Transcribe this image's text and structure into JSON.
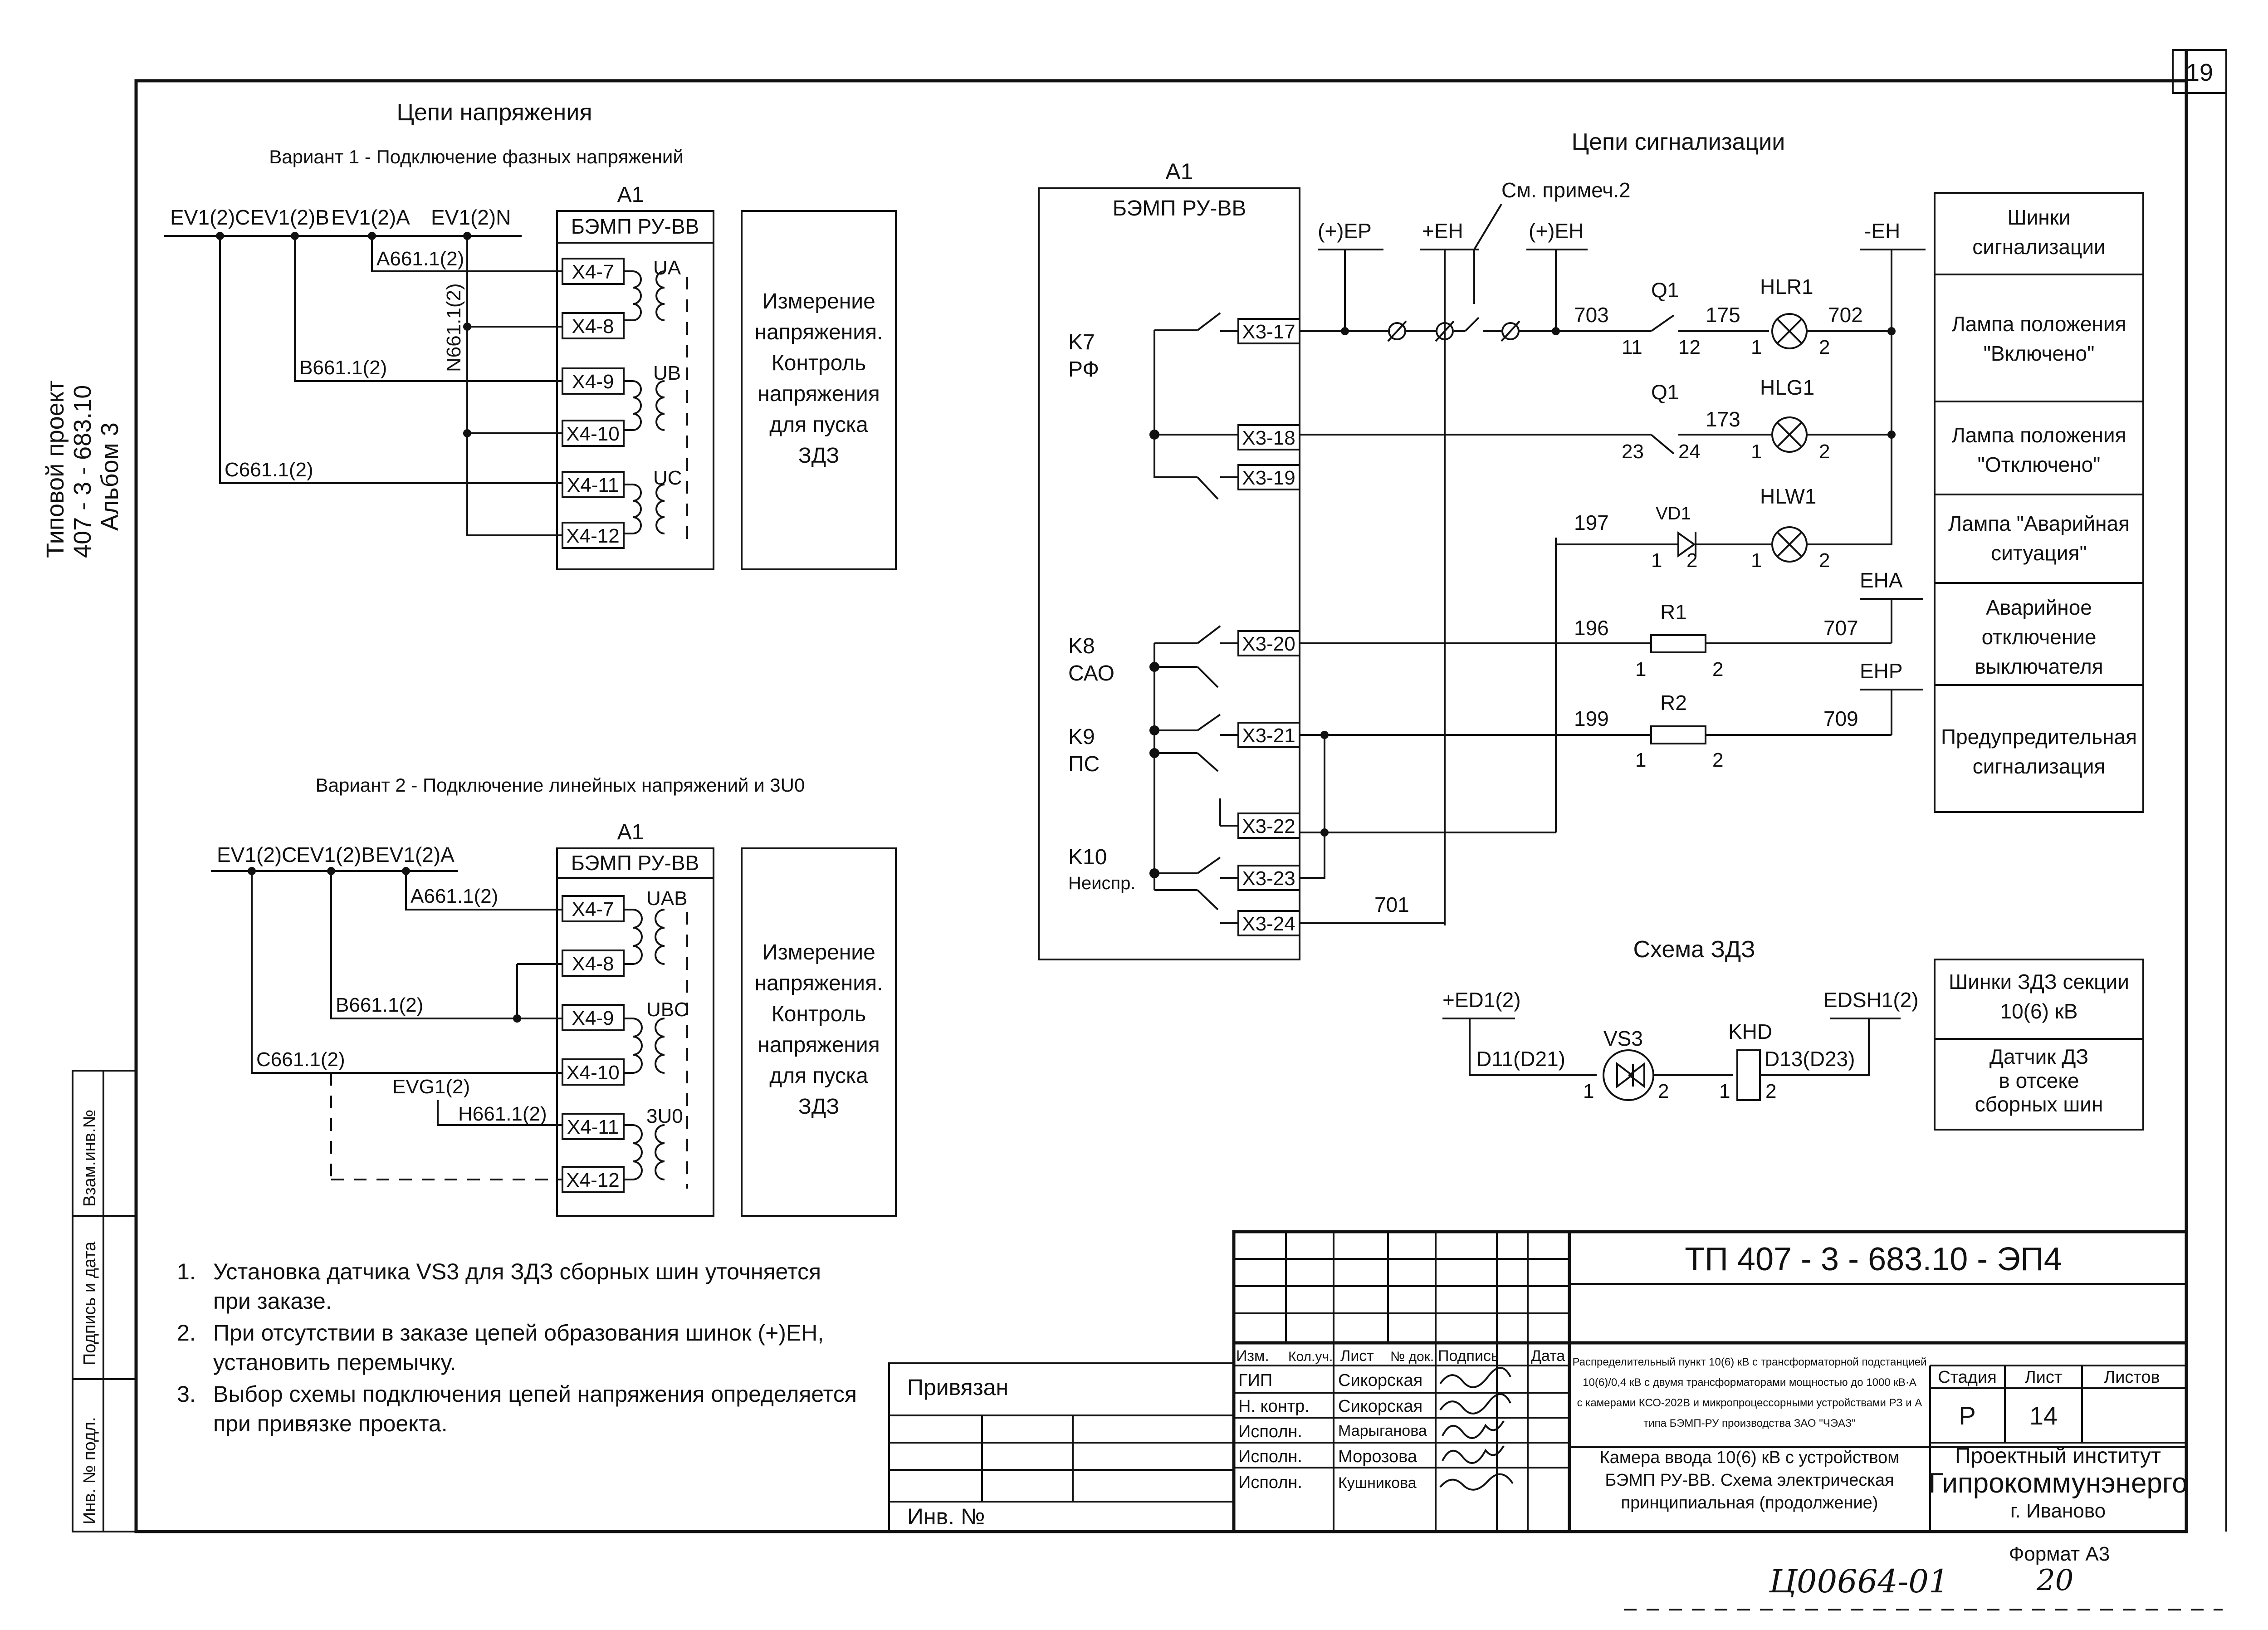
{
  "sheet": {
    "page_number": "19",
    "project_side": [
      "Типовой проект",
      "407 - 3 - 683.10",
      "Альбом 3"
    ],
    "side_stamp": [
      "Взам.инв.№",
      "Подпись и дата",
      "Инв. № подл."
    ]
  },
  "voltage": {
    "title": "Цепи напряжения",
    "v1": {
      "title": "Вариант 1 - Подключение фазных напряжений",
      "buses": [
        "EV1(2)C",
        "EV1(2)B",
        "EV1(2)A",
        "EV1(2)N"
      ],
      "wires": [
        "A661.1(2)",
        "N661.1(2)",
        "B661.1(2)",
        "C661.1(2)"
      ],
      "block_ref": "A1",
      "block_name": "БЭМП РУ-ВВ",
      "terminals": [
        "X4-7",
        "X4-8",
        "X4-9",
        "X4-10",
        "X4-11",
        "X4-12"
      ],
      "tv": [
        "UA",
        "UB",
        "UC"
      ],
      "description": [
        "Измерение",
        "напряжения.",
        "Контроль",
        "напряжения",
        "для пуска",
        "ЗДЗ"
      ]
    },
    "v2": {
      "title": "Вариант 2 - Подключение линейных напряжений и 3U0",
      "buses": [
        "EV1(2)C",
        "EV1(2)B",
        "EV1(2)A"
      ],
      "wires": [
        "A661.1(2)",
        "B661.1(2)",
        "C661.1(2)",
        "EVG1(2)",
        "H661.1(2)"
      ],
      "block_ref": "A1",
      "block_name": "БЭМП РУ-ВВ",
      "terminals": [
        "X4-7",
        "X4-8",
        "X4-9",
        "X4-10",
        "X4-11",
        "X4-12"
      ],
      "tv": [
        "UAB",
        "UBC",
        "3U0"
      ],
      "description": [
        "Измерение",
        "напряжения.",
        "Контроль",
        "напряжения",
        "для пуска",
        "ЗДЗ"
      ]
    }
  },
  "signal": {
    "title": "Цепи сигнализации",
    "block_ref": "A1",
    "block_name": "БЭМП РУ-ВВ",
    "relays": [
      {
        "name": "K7",
        "sub": "РФ"
      },
      {
        "name": "K8",
        "sub": "САО"
      },
      {
        "name": "K9",
        "sub": "ПС"
      },
      {
        "name": "K10",
        "sub": "Неиспр."
      }
    ],
    "terminals": [
      "X3-17",
      "X3-18",
      "X3-19",
      "X3-20",
      "X3-21",
      "X3-22",
      "X3-23",
      "X3-24"
    ],
    "buses": {
      "ep": "(+)EP",
      "eh": "+EH",
      "eh2": "(+)EH",
      "neg": "-EH",
      "eha": "EHA",
      "ehp": "EHP"
    },
    "note_ref": "См. примеч.2",
    "q1": "Q1",
    "lamps": [
      "HLR1",
      "HLG1",
      "HLW1"
    ],
    "diode": "VD1",
    "resistors": [
      "R1",
      "R2"
    ],
    "wires": [
      "703",
      "175",
      "702",
      "173",
      "197",
      "196",
      "707",
      "199",
      "709",
      "701"
    ],
    "pins": {
      "q1a": "11",
      "q1b": "12",
      "q1c": "23",
      "q1d": "24",
      "p1": "1",
      "p2": "2"
    },
    "legend": [
      [
        "Шинки",
        "сигнализации"
      ],
      [
        "Лампа положения",
        "\"Включено\""
      ],
      [
        "Лампа положения",
        "\"Отключено\""
      ],
      [
        "Лампа \"Аварийная",
        "ситуация\""
      ],
      [
        "Аварийное",
        "отключение",
        "выключателя"
      ],
      [
        "Предупредительная",
        "сигнализация"
      ]
    ]
  },
  "zdz": {
    "title": "Схема ЗДЗ",
    "bus_left": "+ED1(2)",
    "bus_right": "EDSH1(2)",
    "wire_left": "D11(D21)",
    "wire_right": "D13(D23)",
    "sensor": "VS3",
    "relay": "KHD",
    "legend": [
      [
        "Шинки ЗДЗ секции",
        "10(6) кВ"
      ],
      [
        "Датчик ДЗ",
        "в отсеке",
        "сборных шин"
      ]
    ]
  },
  "notes": [
    {
      "num": "1.",
      "lines": [
        "Установка датчика VS3 для ЗДЗ сборных шин уточняется",
        "при заказе."
      ]
    },
    {
      "num": "2.",
      "lines": [
        "При отсутствии в заказе цепей образования шинок (+)EH,",
        "установить перемычку."
      ]
    },
    {
      "num": "3.",
      "lines": [
        "Выбор схемы подключения цепей напряжения определяется",
        "при привязке проекта."
      ]
    }
  ],
  "title_block": {
    "doc_code": "ТП  407 - 3 - 683.10 - ЭП4",
    "tied": "Привязан",
    "inv": "Инв. №",
    "headers": [
      "Изм.",
      "Кол.уч.",
      "Лист",
      "№ док.",
      "Подпись",
      "Дата"
    ],
    "staff": [
      {
        "role": "ГИП",
        "name": "Сикорская"
      },
      {
        "role": "Н. контр.",
        "name": "Сикорская"
      },
      {
        "role": "Исполн.",
        "name": "Марыганова"
      },
      {
        "role": "Исполн.",
        "name": "Морозова"
      },
      {
        "role": "Исполн.",
        "name": "Кушникова"
      }
    ],
    "object_desc": [
      "Распределительный пункт 10(6) кВ с трансформаторной подстанцией",
      "10(6)/0,4 кВ с двумя трансформаторами мощностью до 1000 кВ·А",
      "с камерами КСО-202В и микропроцессорными устройствами РЗ и А",
      "типа БЭМП-РУ  производства ЗАО \"ЧЭАЗ\""
    ],
    "sheet_title": [
      "Камера ввода 10(6) кВ с устройством",
      "БЭМП РУ-ВВ. Схема электрическая",
      "принципиальная (продолжение)"
    ],
    "stage_label": "Стадия",
    "sheet_label": "Лист",
    "sheets_label": "Листов",
    "stage": "Р",
    "sheet": "14",
    "org": [
      "Проектный институт",
      "Гипрокоммунэнерго",
      "г. Иваново"
    ],
    "format": "Формат А3",
    "handwritten": [
      "Ц00664-01",
      "20"
    ]
  }
}
